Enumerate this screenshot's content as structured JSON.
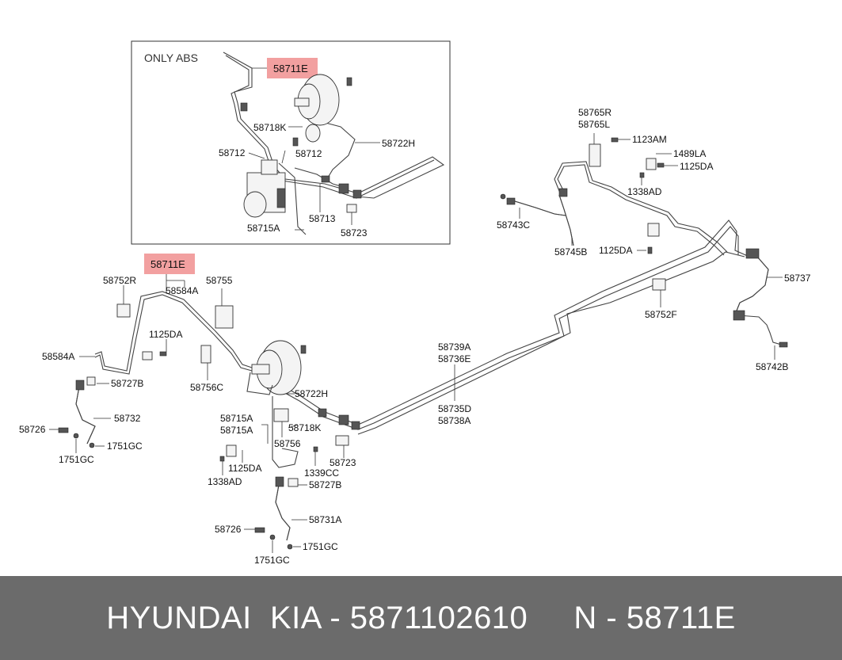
{
  "inset": {
    "title": "ONLY ABS"
  },
  "highlight_color": "#f2a0a0",
  "footer": {
    "text": "HYUNDAI  KIA - 5871102610     N - 58711E"
  },
  "labels": {
    "inset_58711E": "58711E",
    "inset_58718K": "58718K",
    "inset_58722H": "58722H",
    "inset_58712_a": "58712",
    "inset_58712_b": "58712",
    "inset_58713": "58713",
    "inset_58715A": "58715A",
    "inset_58723": "58723",
    "main_58711E": "58711E",
    "l_58752R": "58752R",
    "l_58584A_a": "58584A",
    "l_58755": "58755",
    "l_1125DA_a": "1125DA",
    "l_58584A_b": "58584A",
    "l_58727B_a": "58727B",
    "l_58756C": "58756C",
    "l_58732": "58732",
    "l_58726_a": "58726",
    "l_1751GC_a": "1751GC",
    "l_1751GC_b": "1751GC",
    "l_58722H": "58722H",
    "l_58715A_a": "58715A",
    "l_58715A_b": "58715A",
    "l_58718K": "58718K",
    "l_58756": "58756",
    "l_58723": "58723",
    "l_1125DA_b": "1125DA",
    "l_1338AD_a": "1338AD",
    "l_1339CC": "1339CC",
    "l_58727B_b": "58727B",
    "l_58731A": "58731A",
    "l_58726_b": "58726",
    "l_1751GC_c": "1751GC",
    "l_1751GC_d": "1751GC",
    "l_58739A": "58739A",
    "l_58736E": "58736E",
    "l_58735D": "58735D",
    "l_58738A": "58738A",
    "l_58765R": "58765R",
    "l_58765L": "58765L",
    "l_1123AM": "1123AM",
    "l_1489LA": "1489LA",
    "l_1125DA_c": "1125DA",
    "l_1338AD_b": "1338AD",
    "l_58743C": "58743C",
    "l_58745B": "58745B",
    "l_1125DA_d": "1125DA",
    "l_58737": "58737",
    "l_58752F": "58752F",
    "l_58742B": "58742B"
  }
}
